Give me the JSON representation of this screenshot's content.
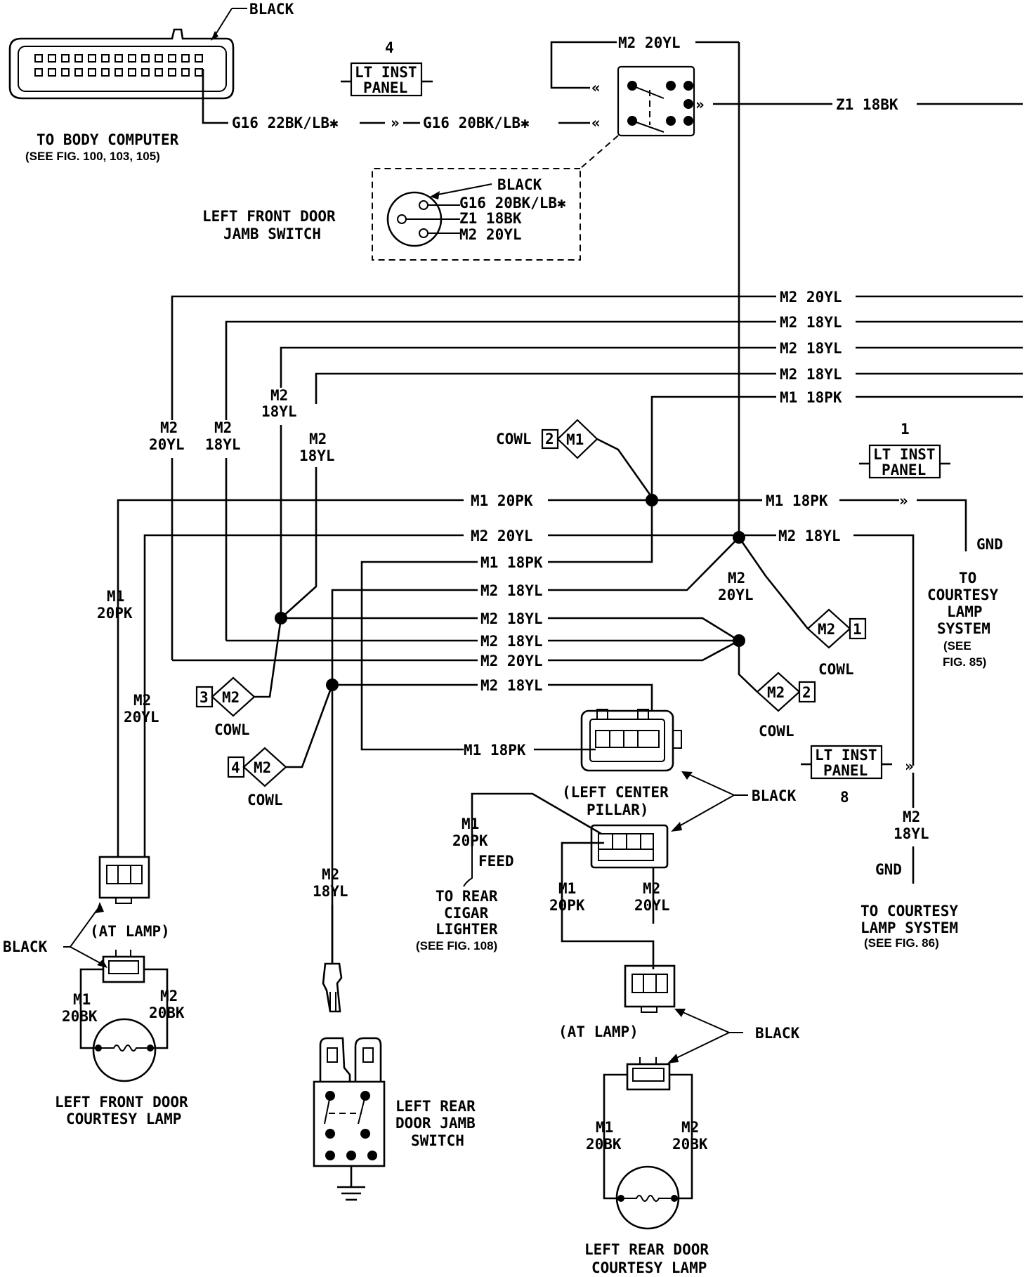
{
  "body_computer": {
    "connector_color": "BLACK",
    "title": "TO BODY COMPUTER",
    "ref": "(SEE FIG. 100, 103, 105)"
  },
  "wires": {
    "g16_22": "G16 22BK/LB✱",
    "g16_20": "G16 20BK/LB✱",
    "m2_20yl": "M2 20YL",
    "z1_18bk": "Z1 18BK",
    "bus": [
      "M2 20YL",
      "M2 18YL",
      "M2 18YL",
      "M2 18YL",
      "M1 18PK"
    ],
    "mid": [
      "M1 20PK",
      "M2 20YL",
      "M1 18PK",
      "M2 18YL",
      "M2 18YL",
      "M2 18YL",
      "M2 20YL",
      "M2 18YL"
    ],
    "m1_18pk_right": "M1 18PK",
    "m2_18yl_right": "M2 18YL",
    "m1_18pk_pillar": "M1 18PK"
  },
  "vertical_labels": {
    "v1": [
      "M2",
      "20YL"
    ],
    "v2": [
      "M2",
      "18YL"
    ],
    "v3": [
      "M2",
      "18YL"
    ],
    "v4": [
      "M2",
      "18YL"
    ],
    "v5": [
      "M1",
      "20PK"
    ],
    "v6": [
      "M2",
      "20YL"
    ],
    "v7": [
      "M2",
      "20YL"
    ],
    "v8": [
      "M2",
      "18YL"
    ],
    "v9": [
      "M2",
      "18YL"
    ],
    "v10": [
      "M1",
      "20PK"
    ],
    "v11": [
      "M1",
      "20PK"
    ],
    "v12": [
      "M2",
      "20YL"
    ]
  },
  "lt_inst_panel": {
    "label1": "LT INST",
    "label2": "PANEL",
    "num_top": "4",
    "num_right": "1",
    "num_bottom": "8"
  },
  "jamb_switch_front": {
    "title1": "LEFT FRONT DOOR",
    "title2": "JAMB SWITCH",
    "color": "BLACK",
    "pins": [
      "G16 20BK/LB✱",
      "Z1 18BK",
      "M2 20YL"
    ]
  },
  "cowl": {
    "label": "COWL",
    "c1": "M1",
    "c2": "M2",
    "n1": "1",
    "n2": "2",
    "n3": "3",
    "n4": "4"
  },
  "courtesy_right": {
    "gnd": "GND",
    "lines": [
      "TO",
      "COURTESY",
      "LAMP",
      "SYSTEM"
    ],
    "ref": [
      "(SEE",
      "FIG. 85)"
    ]
  },
  "courtesy_86": {
    "gnd": "GND",
    "line1": "TO COURTESY",
    "line2": "LAMP SYSTEM",
    "ref": "(SEE FIG. 86)"
  },
  "pillar": {
    "line1": "(LEFT CENTER",
    "line2": "PILLAR)",
    "color": "BLACK"
  },
  "cigar": {
    "feed": "FEED",
    "lines": [
      "TO REAR",
      "CIGAR",
      "LIGHTER"
    ],
    "ref": "(SEE FIG. 108)"
  },
  "front_lamp": {
    "color": "BLACK",
    "at_lamp": "(AT LAMP)",
    "w1": [
      "M1",
      "20BK"
    ],
    "w2": [
      "M2",
      "20BK"
    ],
    "title1": "LEFT FRONT DOOR",
    "title2": "COURTESY LAMP"
  },
  "rear_switch": {
    "title": [
      "LEFT REAR",
      "DOOR JAMB",
      "SWITCH"
    ]
  },
  "rear_lamp": {
    "color": "BLACK",
    "at_lamp": "(AT LAMP)",
    "w1": [
      "M1",
      "20BK"
    ],
    "w2": [
      "M2",
      "20BK"
    ],
    "title1": "LEFT REAR DOOR",
    "title2": "COURTESY LAMP"
  }
}
